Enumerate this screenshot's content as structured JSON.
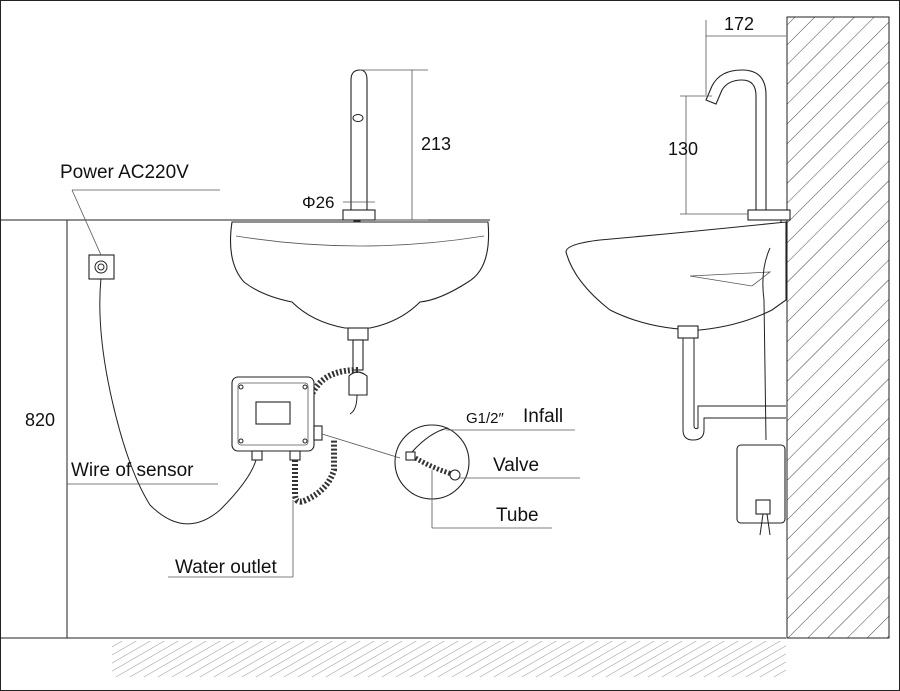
{
  "labels": {
    "power": "Power AC220V",
    "wire_sensor": "Wire of sensor",
    "water_outlet": "Water outlet",
    "thread": "G1/2″",
    "infall": "Infall",
    "valve": "Valve",
    "tube": "Tube"
  },
  "dimensions": {
    "faucet_height": "213",
    "faucet_diameter": "Φ26",
    "spout_reach": "172",
    "spout_clearance": "130",
    "mount_height": "820"
  },
  "colors": {
    "line": "#222222",
    "background": "#ffffff"
  }
}
